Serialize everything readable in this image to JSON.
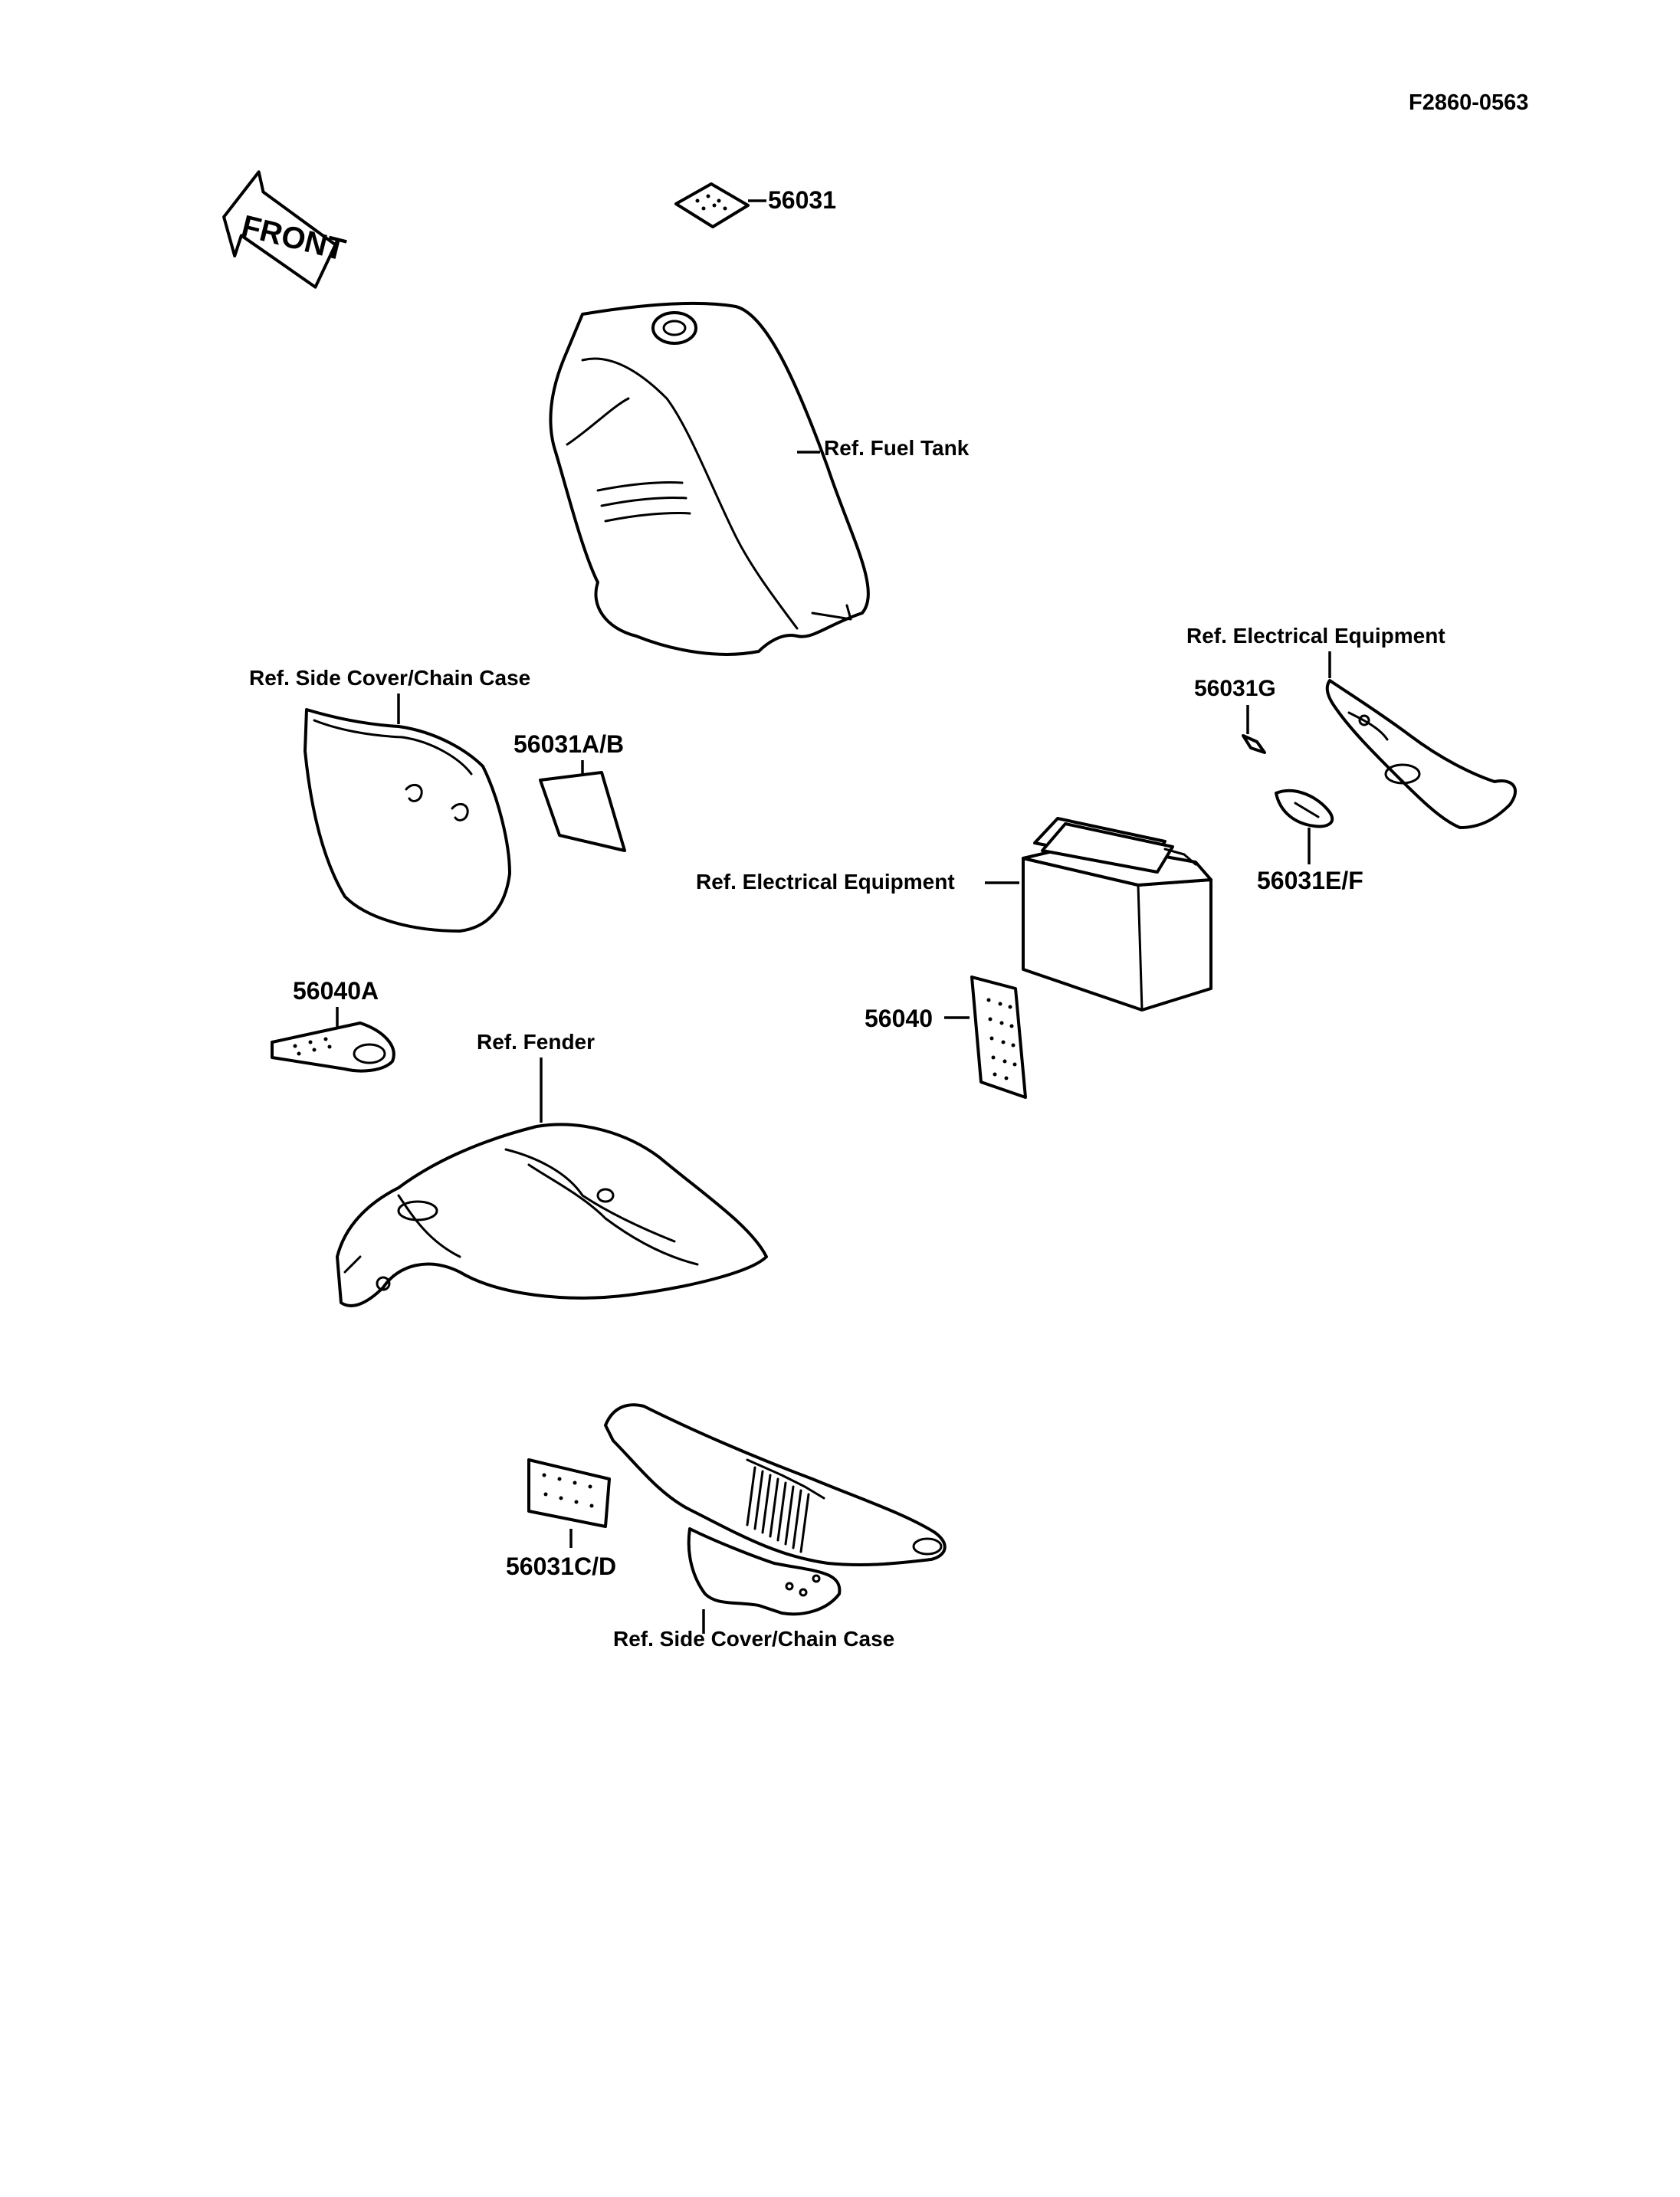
{
  "diagram_id": "F2860-0563",
  "front_label": "FRONT",
  "labels": {
    "fuel_tank": "Ref. Fuel Tank",
    "side_cover_top": "Ref. Side Cover/Chain Case",
    "electrical_top": "Ref. Electrical Equipment",
    "electrical_battery": "Ref. Electrical Equipment",
    "fender": "Ref. Fender",
    "side_cover_bottom": "Ref. Side Cover/Chain Case"
  },
  "parts": {
    "p56031": "56031",
    "p56031AB": "56031A/B",
    "p56031G": "56031G",
    "p56031EF": "56031E/F",
    "p56040": "56040",
    "p56040A": "56040A",
    "p56031CD": "56031C/D"
  }
}
